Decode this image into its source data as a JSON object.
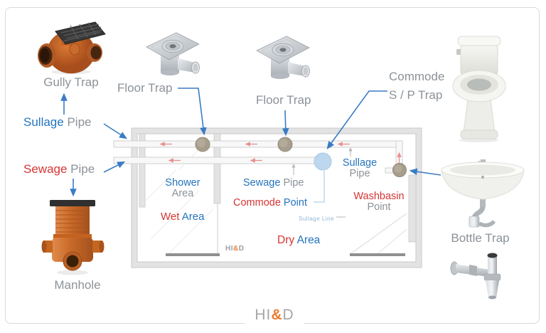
{
  "labels": {
    "gully_trap": "Gully Trap",
    "floor_trap_left": "Floor Trap",
    "floor_trap_center": "Floor Trap",
    "commode_trap_line1": "Commode",
    "commode_trap_line2": "S / P Trap",
    "sullage_pipe_word": "Sullage",
    "sullage_pipe_rest": "Pipe",
    "sewage_pipe_word": "Sewage",
    "sewage_pipe_rest": "Pipe",
    "manhole": "Manhole",
    "bottle_trap": "Bottle Trap"
  },
  "plan": {
    "shower_line1": "Shower",
    "shower_line2": "Area",
    "wet_word1": "Wet",
    "wet_word2": "Area",
    "sewage_word1": "Sewage",
    "sewage_word2": "Pipe",
    "commode_word1": "Commode",
    "commode_word2": "Point",
    "sullage_line1": "Sullage",
    "sullage_line2": "Pipe",
    "washbasin_line1": "Washbasin",
    "washbasin_line2": "Point",
    "sullage_line_label": "Sullage Line",
    "dry_word1": "Dry",
    "dry_word2": "Area",
    "watermark_hi": "HI",
    "watermark_amp": "&",
    "watermark_d": "D"
  },
  "footer": {
    "hi": "HI",
    "amp": "&",
    "d": "D"
  },
  "colors": {
    "blue": "#2474BD",
    "red": "#D63434",
    "gray": "#8C9298",
    "lightblue": "#8FB5D8",
    "amp": "#ED7D31",
    "logogray": "#A6A6A6",
    "arrowblue": "#3A7CC4",
    "pipe_flow_red": "#E89090",
    "wall_gray": "#E3E3E3"
  }
}
